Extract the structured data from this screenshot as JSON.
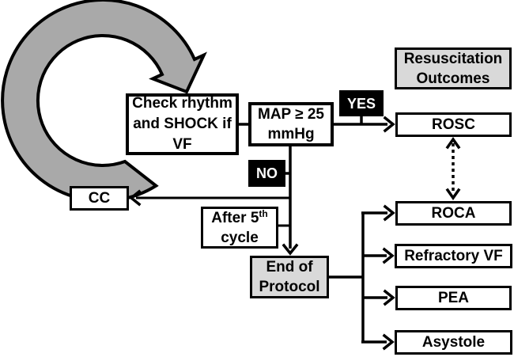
{
  "colors": {
    "arc_fill": "#a9a9a9",
    "shaded_box_fill": "#d9d9d9",
    "box_fill": "#ffffff",
    "label_bg": "#000000",
    "label_fg": "#ffffff",
    "line": "#000000"
  },
  "nodes": {
    "check_rhythm": {
      "lines": [
        "Check rhythm",
        "and SHOCK if",
        "VF"
      ]
    },
    "map_condition": {
      "lines": [
        "MAP ≥ 25",
        "mmHg"
      ]
    },
    "yes_label": {
      "label": "YES"
    },
    "no_label": {
      "label": "NO"
    },
    "outcomes_header": {
      "lines": [
        "Resuscitation",
        "Outcomes"
      ]
    },
    "rosc": {
      "label": "ROSC"
    },
    "cc": {
      "label": "CC"
    },
    "after_cycle": {
      "line1": "After 5",
      "line1_sup": "th",
      "line2": "cycle"
    },
    "end_of_protocol": {
      "lines": [
        "End of",
        "Protocol"
      ]
    },
    "roca": {
      "label": "ROCA"
    },
    "refractory_vf": {
      "label": "Refractory VF"
    },
    "pea": {
      "label": "PEA"
    },
    "asystole": {
      "label": "Asystole"
    }
  },
  "edges": [
    {
      "from": "cc",
      "to": "check_rhythm",
      "style": "thick-gray-circular-arrow"
    },
    {
      "from": "check_rhythm",
      "to": "map_condition",
      "style": "line"
    },
    {
      "from": "map_condition",
      "to": "rosc",
      "label": "YES",
      "style": "arrow"
    },
    {
      "from": "map_condition",
      "to": "cc",
      "label": "NO",
      "style": "arrow"
    },
    {
      "from": "map_condition",
      "to": "end_of_protocol",
      "label": "NO",
      "via": "after_cycle",
      "style": "arrow"
    },
    {
      "from": "rosc",
      "to": "roca",
      "style": "dotted-double-arrow"
    },
    {
      "from": "end_of_protocol",
      "to": "roca",
      "style": "arrow"
    },
    {
      "from": "end_of_protocol",
      "to": "refractory_vf",
      "style": "arrow"
    },
    {
      "from": "end_of_protocol",
      "to": "pea",
      "style": "arrow"
    },
    {
      "from": "end_of_protocol",
      "to": "asystole",
      "style": "arrow"
    }
  ]
}
